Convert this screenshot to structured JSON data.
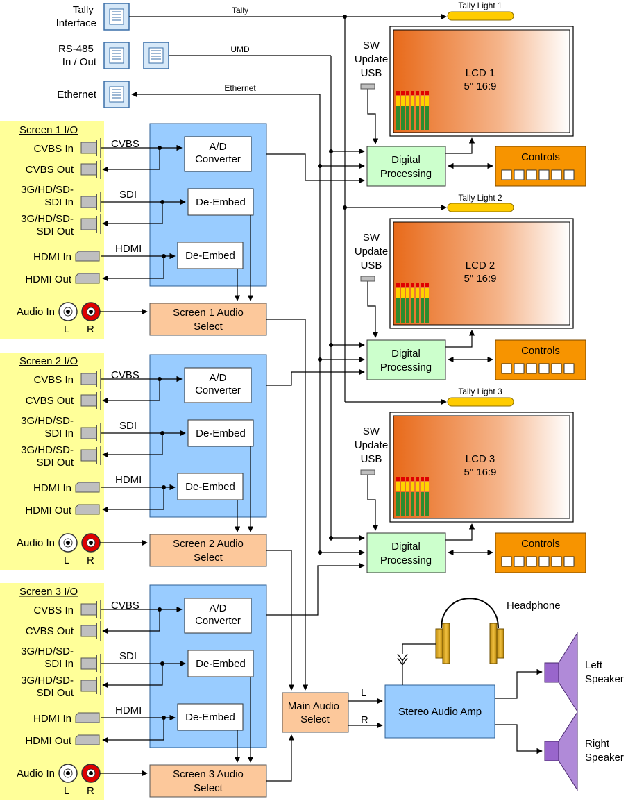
{
  "inputs": {
    "tally_interface": "Tally\nInterface",
    "rs485": "RS-485\nIn / Out",
    "ethernet": "Ethernet"
  },
  "signals": {
    "tally": "Tally",
    "umd": "UMD",
    "ethernet": "Ethernet",
    "cvbs": "CVBS",
    "sdi": "SDI",
    "hdmi": "HDMI",
    "left": "L",
    "right": "R"
  },
  "tally_lights": [
    "Tally Light 1",
    "Tally Light 2",
    "Tally Light 3"
  ],
  "sw_update": "SW\nUpdate\nUSB",
  "lcds": [
    {
      "name": "LCD 1",
      "size": "5\" 16:9"
    },
    {
      "name": "LCD 2",
      "size": "5\" 16:9"
    },
    {
      "name": "LCD 3",
      "size": "5\" 16:9"
    }
  ],
  "digital_processing": "Digital\nProcessing",
  "controls": "Controls",
  "screens": [
    {
      "title": "Screen 1 I/O",
      "audio_select": "Screen 1 Audio\nSelect"
    },
    {
      "title": "Screen 2 I/O",
      "audio_select": "Screen 2 Audio\nSelect"
    },
    {
      "title": "Screen 3 I/O",
      "audio_select": "Screen 3 Audio\nSelect"
    }
  ],
  "io_labels": {
    "cvbs_in": "CVBS In",
    "cvbs_out": "CVBS Out",
    "sdi_in": "3G/HD/SD-\nSDI In",
    "sdi_out": "3G/HD/SD-\nSDI Out",
    "hdmi_in": "HDMI In",
    "hdmi_out": "HDMI Out",
    "audio_in": "Audio In",
    "audio_l": "L",
    "audio_r": "R"
  },
  "blocks": {
    "ad_converter": "A/D\nConverter",
    "de_embed": "De-Embed"
  },
  "main_audio_select": "Main Audio\nSelect",
  "stereo_amp": "Stereo Audio Amp",
  "headphone": "Headphone",
  "left_speaker": "Left\nSpeaker",
  "right_speaker": "Right\nSpeaker",
  "colors": {
    "yellow_panel": "#ffff99",
    "blue_block": "#99ccff",
    "orange_select": "#fcc89b",
    "green_proc": "#ccffcc",
    "controls": "#f79400",
    "tally_light": "#ffcc00",
    "speaker": "#9966cc"
  }
}
